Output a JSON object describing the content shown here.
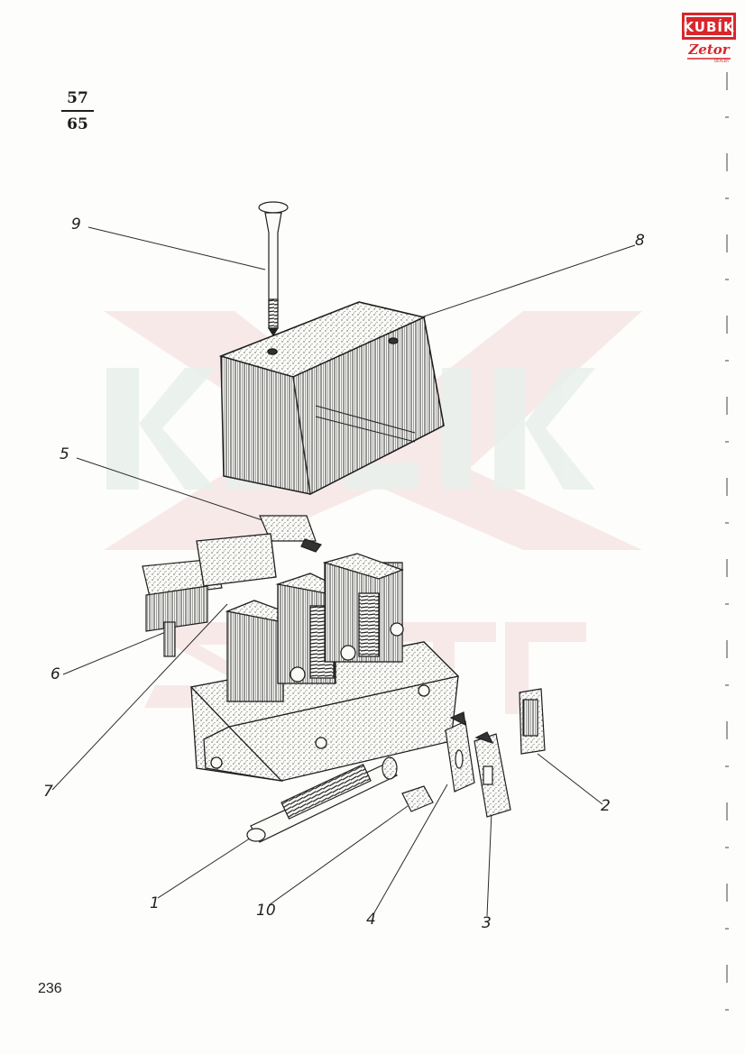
{
  "document": {
    "fraction_numerator": "57",
    "fraction_denominator": "65",
    "page_number": "236"
  },
  "logo": {
    "name": "KUBÍK",
    "subline": "Zetor",
    "tagline": "DEALER",
    "color": "#d8262c"
  },
  "callouts": [
    "9",
    "8",
    "5",
    "6",
    "7",
    "2",
    "1",
    "10",
    "4",
    "3"
  ],
  "colors": {
    "ink": "#222222",
    "paper": "#fdfdfb",
    "watermark": "#e8a5a8"
  }
}
